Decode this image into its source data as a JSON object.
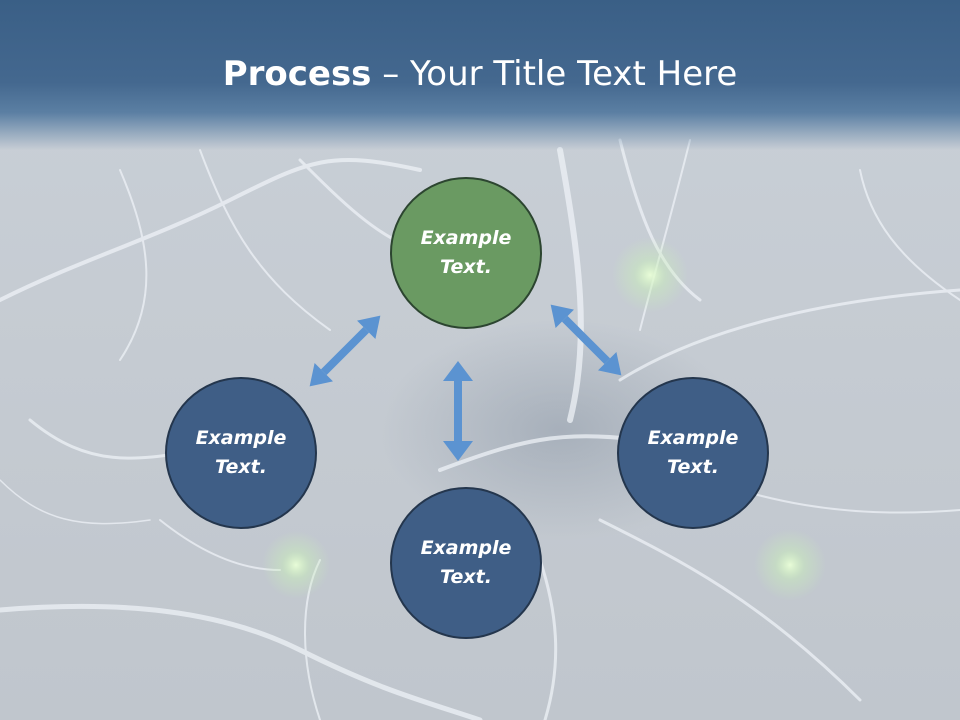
{
  "slide": {
    "title_bold": "Process",
    "title_rest": " – Your Title Text Here"
  },
  "nodes": [
    {
      "id": "top",
      "label": "Example Text.",
      "color": "#6a9a62"
    },
    {
      "id": "left",
      "label": "Example Text.",
      "color": "#3f5e86"
    },
    {
      "id": "right",
      "label": "Example Text.",
      "color": "#3f5e86"
    },
    {
      "id": "bottom",
      "label": "Example Text.",
      "color": "#3f5e86"
    }
  ],
  "arrow_color": "#5b93d1"
}
